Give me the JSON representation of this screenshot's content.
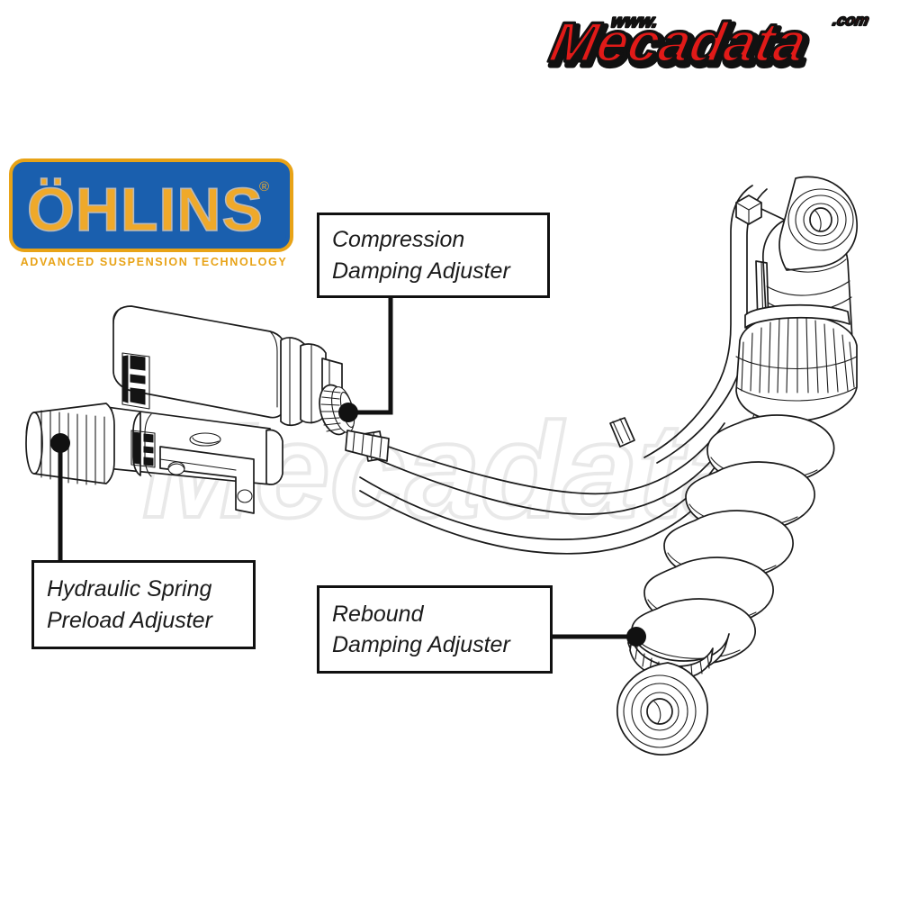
{
  "page": {
    "title": "Öhlins Shock Absorber Adjusters",
    "background_color": "#ffffff",
    "line_color": "#1b1b1b"
  },
  "header": {
    "brand": {
      "name": "Mecadata",
      "prefix": "www.",
      "suffix": ".com",
      "color": "#e11a18",
      "outline_color": "#000000"
    }
  },
  "ohlins_logo": {
    "wordmark": "ÖHLINS",
    "registered_mark": "®",
    "tagline": "ADVANCED SUSPENSION TECHNOLOGY",
    "plate_color": "#1a5fae",
    "accent_color": "#e8a317",
    "letter_color": "#efa92a"
  },
  "watermark": {
    "text": "Mecadata",
    "color": "#e8e8e8"
  },
  "callouts": [
    {
      "id": "compression",
      "line1": "Compression",
      "line2": "Damping Adjuster",
      "target": "compression-damping-adjuster-knob"
    },
    {
      "id": "preload",
      "line1": "Hydraulic Spring",
      "line2": "Preload Adjuster",
      "target": "hydraulic-preload-adjuster-knob"
    },
    {
      "id": "rebound",
      "line1": "Rebound",
      "line2": "Damping Adjuster",
      "target": "rebound-damping-adjuster-knob"
    }
  ],
  "components": [
    {
      "name": "remote-reservoir",
      "label": "Remote reservoir"
    },
    {
      "name": "compression-damping-adjuster-knob",
      "label": "Compression damping adjuster"
    },
    {
      "name": "hydraulic-preload-adjuster-knob",
      "label": "Hydraulic spring preload adjuster"
    },
    {
      "name": "hydraulic-hose",
      "label": "Hydraulic hoses"
    },
    {
      "name": "shock-body",
      "label": "Shock absorber body"
    },
    {
      "name": "coil-spring",
      "label": "Coil spring"
    },
    {
      "name": "upper-eyelet",
      "label": "Upper mounting eyelet"
    },
    {
      "name": "lower-eyelet",
      "label": "Lower mounting eyelet"
    },
    {
      "name": "rebound-damping-adjuster-knob",
      "label": "Rebound damping adjuster"
    }
  ]
}
